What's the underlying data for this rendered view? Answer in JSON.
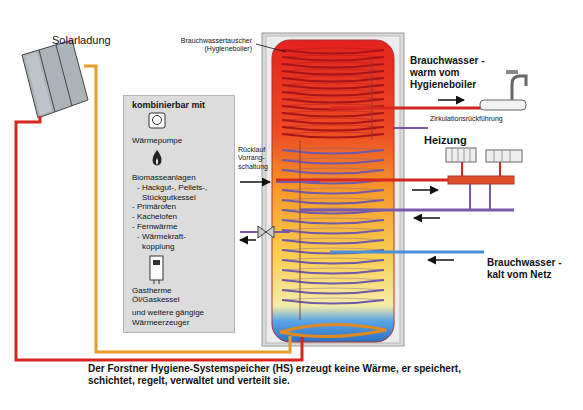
{
  "diagram": {
    "caption": "Der Forstner Hygiene-Systemspeicher (HS) erzeugt keine Wärme, er speichert, schichtet, regelt, verwaltet und verteilt sie.",
    "nodes": [
      {
        "text": [
          "kombinierbar mit",
          "Wärmepumpe",
          "Biomasseanlagen",
          "- Hackgut-, Pellets-, Stückgutkessel",
          "- Primärofen",
          "- Kachelofen",
          "- Fernwärme",
          "- Wärmekraft- kopplung",
          "Gastherme",
          "Öl/Gaskessel",
          "und weitere gängige Wärmeerzeuger"
        ]
      }
    ],
    "labels": [
      "Solarladung",
      "Brauchwassertauscher (Hygieneboiler)",
      "Brauchwasser - warm vom Hygieneboiler",
      "Zirkulationsrückführung",
      "Heizung",
      "Rücklauf Vorrang- schaltung",
      "Brauchwasser - kalt vom Netz"
    ]
  }
}
